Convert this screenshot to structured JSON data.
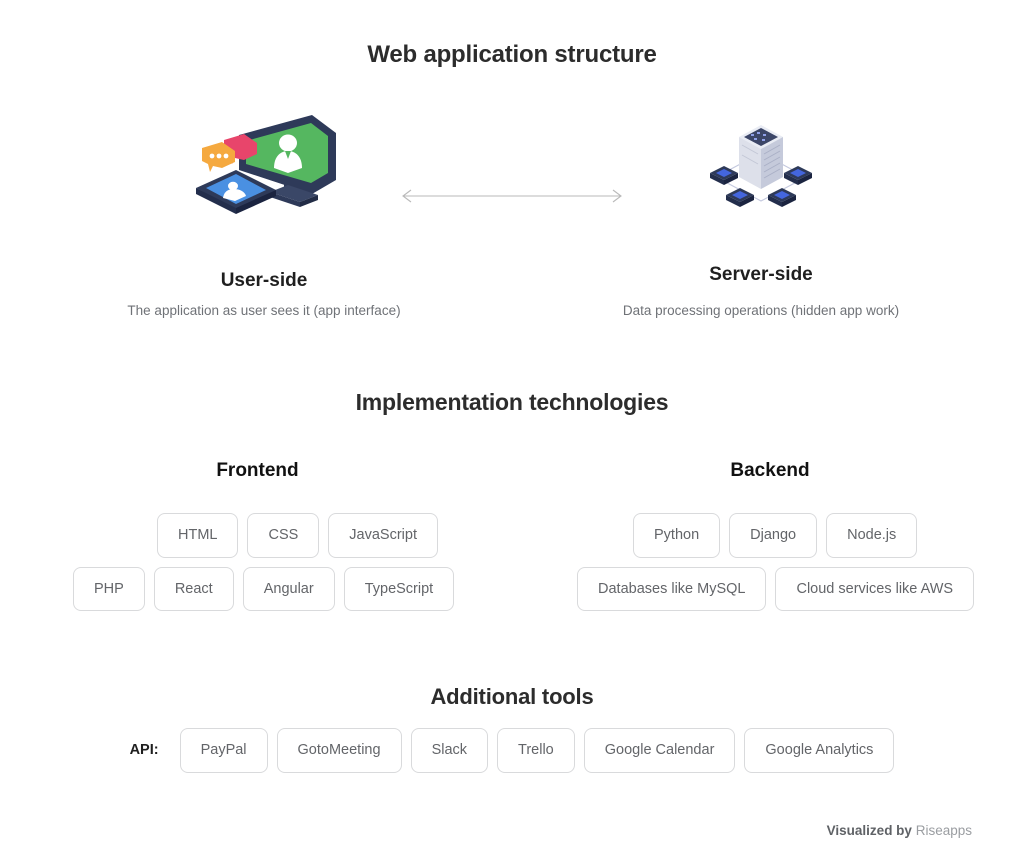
{
  "titles": {
    "main": "Web application structure",
    "implementation": "Implementation technologies",
    "tools": "Additional tools"
  },
  "structure": {
    "user": {
      "name": "User-side",
      "description": "The application as user sees it (app interface)",
      "icon": "user-devices-icon"
    },
    "server": {
      "name": "Server-side",
      "description": "Data processing operations (hidden app work)",
      "icon": "server-network-icon"
    },
    "connector": {
      "icon": "double-arrow-icon"
    }
  },
  "technologies": {
    "frontend": {
      "title": "Frontend",
      "rows": [
        [
          "HTML",
          "CSS",
          "JavaScript"
        ],
        [
          "PHP",
          "React",
          "Angular",
          "TypeScript"
        ]
      ]
    },
    "backend": {
      "title": "Backend",
      "rows": [
        [
          "Python",
          "Django",
          "Node.js"
        ],
        [
          "Databases like MySQL",
          "Cloud services like AWS"
        ]
      ]
    }
  },
  "additional_tools": {
    "label": "API:",
    "items": [
      "PayPal",
      "GotoMeeting",
      "Slack",
      "Trello",
      "Google Calendar",
      "Google Analytics"
    ]
  },
  "footer": {
    "prefix": "Visualized by",
    "brand": "Riseapps"
  },
  "colors": {
    "monitor_frame": "#2e3a59",
    "monitor_screen": "#55b760",
    "phone_screen": "#4a90e2",
    "bubble_orange": "#f5a93f",
    "bubble_pink": "#e8456b",
    "server_body": "#dee1ea",
    "server_node": "#4466dd",
    "chip_border": "#d9dadc",
    "text_muted": "#6f7277"
  }
}
